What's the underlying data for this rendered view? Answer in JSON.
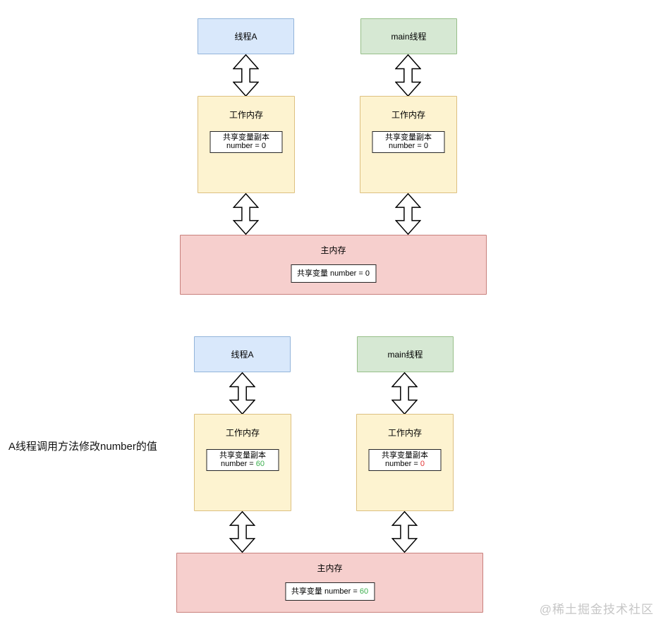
{
  "colors": {
    "thread_a_fill": "#d9e8fb",
    "thread_a_border": "#92b4da",
    "main_thread_fill": "#d6e8d3",
    "main_thread_border": "#97bf89",
    "work_memory_fill": "#fdf3d0",
    "work_memory_border": "#ddc080",
    "main_memory_fill": "#f6cfcd",
    "main_memory_border": "#c8807c",
    "variable_box_fill": "#ffffff",
    "variable_box_border": "#262626",
    "value_green": "#3caf4e",
    "value_red": "#e23333",
    "value_black": "#000000",
    "watermark_gray": "#c6c6c6"
  },
  "annotation": "A线程调用方法修改number的值",
  "watermark": "@稀土掘金技术社区",
  "diagrams": [
    {
      "name": "initial-state",
      "thread_a_label": "线程A",
      "main_thread_label": "main线程",
      "work_memory_title": "工作内存",
      "main_memory_title": "主内存",
      "work_a_var": {
        "label": "共享变量副本",
        "prefix": "number = ",
        "value": "0",
        "value_color": "#000000"
      },
      "work_main_var": {
        "label": "共享变量副本",
        "prefix": "number = ",
        "value": "0",
        "value_color": "#000000"
      },
      "main_var": {
        "prefix": "共享变量 number = ",
        "value": "0",
        "value_color": "#000000"
      }
    },
    {
      "name": "after-thread-a-update",
      "thread_a_label": "线程A",
      "main_thread_label": "main线程",
      "work_memory_title": "工作内存",
      "main_memory_title": "主内存",
      "work_a_var": {
        "label": "共享变量副本",
        "prefix": "number = ",
        "value": "60",
        "value_color": "#3caf4e"
      },
      "work_main_var": {
        "label": "共享变量副本",
        "prefix": "number = ",
        "value": "0",
        "value_color": "#e23333"
      },
      "main_var": {
        "prefix": "共享变量 number = ",
        "value": "60",
        "value_color": "#3caf4e"
      }
    }
  ]
}
